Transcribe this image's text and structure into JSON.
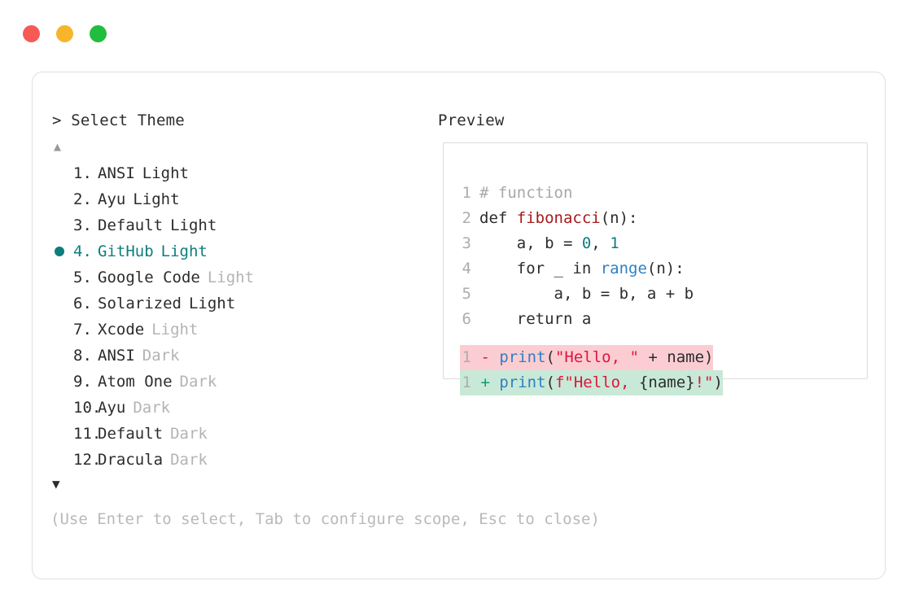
{
  "window": {
    "traffic_lights": [
      {
        "name": "close",
        "color": "#f55a55"
      },
      {
        "name": "minimize",
        "color": "#f7b52c"
      },
      {
        "name": "maximize",
        "color": "#22bd3e"
      }
    ]
  },
  "left_panel": {
    "header": "> Select Theme",
    "scroll_up_glyph": "▲",
    "scroll_down_glyph": "▼",
    "selected_index": 4,
    "items": [
      {
        "num": "1.",
        "name": "ANSI",
        "mode": "Light",
        "mode_dim": false,
        "selected": false
      },
      {
        "num": "2.",
        "name": "Ayu",
        "mode": "Light",
        "mode_dim": false,
        "selected": false
      },
      {
        "num": "3.",
        "name": "Default",
        "mode": "Light",
        "mode_dim": false,
        "selected": false
      },
      {
        "num": "4.",
        "name": "GitHub",
        "mode": "Light",
        "mode_dim": false,
        "selected": true
      },
      {
        "num": "5.",
        "name": "Google Code",
        "mode": "Light",
        "mode_dim": true,
        "selected": false
      },
      {
        "num": "6.",
        "name": "Solarized",
        "mode": "Light",
        "mode_dim": false,
        "selected": false
      },
      {
        "num": "7.",
        "name": "Xcode",
        "mode": "Light",
        "mode_dim": true,
        "selected": false
      },
      {
        "num": "8.",
        "name": "ANSI",
        "mode": "Dark",
        "mode_dim": true,
        "selected": false
      },
      {
        "num": "9.",
        "name": "Atom One",
        "mode": "Dark",
        "mode_dim": true,
        "selected": false
      },
      {
        "num": "10.",
        "name": "Ayu",
        "mode": "Dark",
        "mode_dim": true,
        "selected": false
      },
      {
        "num": "11.",
        "name": "Default",
        "mode": "Dark",
        "mode_dim": true,
        "selected": false
      },
      {
        "num": "12.",
        "name": "Dracula",
        "mode": "Dark",
        "mode_dim": true,
        "selected": false
      }
    ],
    "hint": "(Use Enter to select, Tab to configure scope, Esc to close)"
  },
  "right_panel": {
    "header": "Preview",
    "code_lines": [
      {
        "ln": "1",
        "tokens": [
          {
            "t": "# function",
            "c": "comment"
          }
        ]
      },
      {
        "ln": "2",
        "tokens": [
          {
            "t": "def ",
            "c": "kw"
          },
          {
            "t": "fibonacci",
            "c": "fn"
          },
          {
            "t": "(n):",
            "c": "plain"
          }
        ]
      },
      {
        "ln": "3",
        "tokens": [
          {
            "t": "    a, b = ",
            "c": "plain"
          },
          {
            "t": "0",
            "c": "num"
          },
          {
            "t": ", ",
            "c": "plain"
          },
          {
            "t": "1",
            "c": "num"
          }
        ]
      },
      {
        "ln": "4",
        "tokens": [
          {
            "t": "    for _ in ",
            "c": "plain"
          },
          {
            "t": "range",
            "c": "builtin"
          },
          {
            "t": "(n):",
            "c": "plain"
          }
        ]
      },
      {
        "ln": "5",
        "tokens": [
          {
            "t": "        a, b = b, a + b",
            "c": "plain"
          }
        ]
      },
      {
        "ln": "6",
        "tokens": [
          {
            "t": "    return a",
            "c": "plain"
          }
        ]
      }
    ],
    "diff_lines": [
      {
        "ln": "1",
        "kind": "del",
        "mark": "-",
        "tokens": [
          {
            "t": "print",
            "c": "builtin"
          },
          {
            "t": "(",
            "c": "plain"
          },
          {
            "t": "\"Hello, \"",
            "c": "str"
          },
          {
            "t": " + name)",
            "c": "plain"
          }
        ]
      },
      {
        "ln": "1",
        "kind": "add",
        "mark": "+",
        "tokens": [
          {
            "t": "print",
            "c": "builtin"
          },
          {
            "t": "(",
            "c": "plain"
          },
          {
            "t": "f\"Hello, ",
            "c": "str"
          },
          {
            "t": "{name}",
            "c": "plain"
          },
          {
            "t": "!\"",
            "c": "str"
          },
          {
            "t": ")",
            "c": "plain"
          }
        ]
      }
    ]
  },
  "colors": {
    "accent_teal": "#0d7d7d",
    "diff_del_bg": "#fbcdd2",
    "diff_add_bg": "#c8e9d7",
    "string_red": "#e1143c",
    "function_red": "#a61b1b",
    "builtin_blue": "#2f7fc4",
    "dim_gray": "#b4b4b4",
    "border": "#e0e0e0"
  }
}
